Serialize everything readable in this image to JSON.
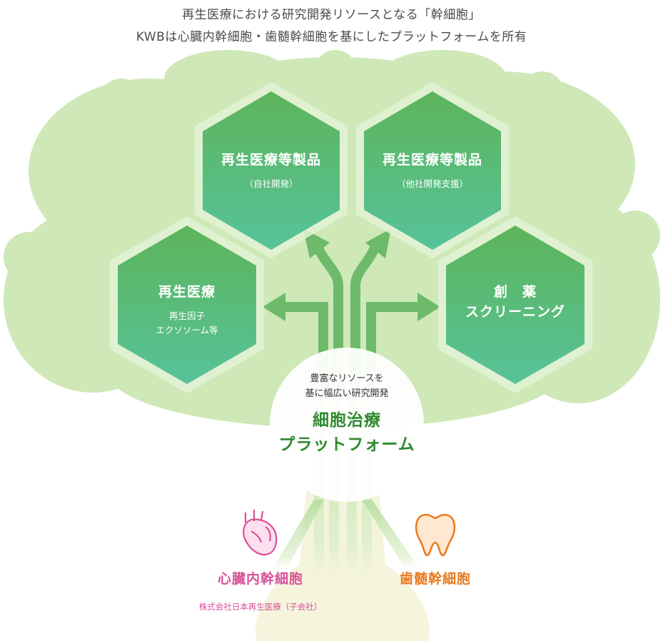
{
  "header": {
    "line1": "再生医療における研究開発リソースとなる「幹細胞」",
    "line2": "KWBは心臓内幹細胞・歯髄幹細胞を基にしたプラットフォームを所有"
  },
  "hexagons": [
    {
      "title": "再生医療等製品",
      "sub": "（自社開発）"
    },
    {
      "title": "再生医療等製品",
      "sub": "（他社開発支援）"
    },
    {
      "title": "再生医療",
      "sub1": "再生因子",
      "sub2": "エクソソーム等"
    },
    {
      "title1": "創　薬",
      "title2": "スクリーニング"
    }
  ],
  "center": {
    "small1": "豊富なリソースを",
    "small2": "基に幅広い研究開発",
    "big1": "細胞治療",
    "big2": "プラットフォーム"
  },
  "roots": {
    "heart_label": "心臓内幹細胞",
    "heart_sub": "株式会社日本再生医療（子会社）",
    "tooth_label": "歯髄幹細胞"
  },
  "colors": {
    "foliage": "#cfe8b8",
    "hex_top": "#5cb85c",
    "hex_bottom": "#55c098",
    "arrow": "#6cba6a",
    "heart": "#d9509a",
    "tooth": "#e87a1e",
    "center_title": "#2e8a2e"
  },
  "icons": {
    "heart": "heart-organ-icon",
    "tooth": "tooth-icon"
  }
}
